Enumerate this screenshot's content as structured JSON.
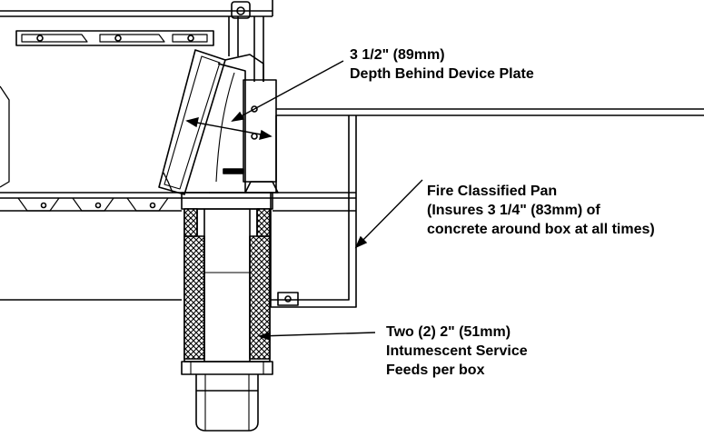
{
  "callouts": {
    "depth": {
      "line1": "3 1/2\" (89mm)",
      "line2": "Depth Behind Device Plate"
    },
    "pan": {
      "line1": "Fire Classified Pan",
      "line2": "(Insures 3 1/4\" (83mm) of",
      "line3": "concrete around box at all times)"
    },
    "feeds": {
      "line1": "Two (2) 2\" (51mm)",
      "line2": "Intumescent Service",
      "line3": "Feeds per box"
    }
  },
  "colors": {
    "ink": "#000000",
    "paper": "#ffffff"
  }
}
